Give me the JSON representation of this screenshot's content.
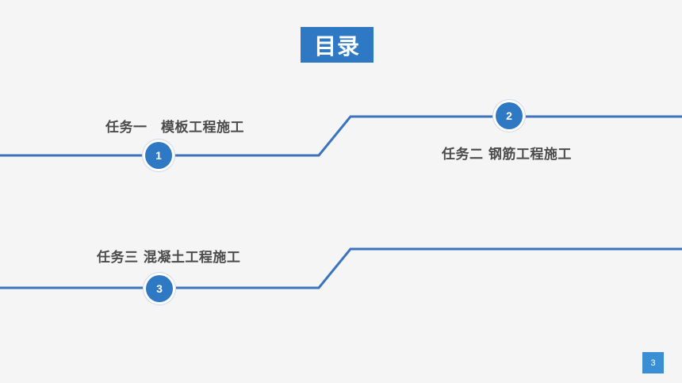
{
  "title": "目录",
  "tasks": [
    {
      "number": "1",
      "label": "任务一　模板工程施工"
    },
    {
      "number": "2",
      "label": "任务二  钢筋工程施工"
    },
    {
      "number": "3",
      "label": "任务三  混凝土工程施工"
    }
  ],
  "page_number": "3",
  "colors": {
    "accent": "#2f78c4",
    "line": "#3b73bf",
    "background": "#f5f5f6",
    "text": "#4b4b4b"
  }
}
